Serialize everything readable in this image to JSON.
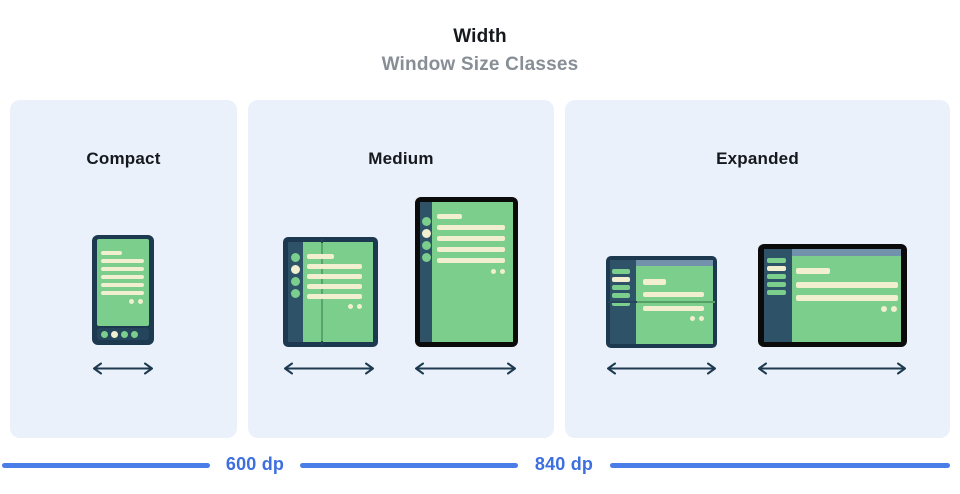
{
  "header": {
    "title": "Width",
    "subtitle": "Window Size Classes"
  },
  "panels": [
    {
      "label": "Compact",
      "illustrations": [
        "phone-portrait"
      ]
    },
    {
      "label": "Medium",
      "illustrations": [
        "open-foldable",
        "tablet-portrait"
      ]
    },
    {
      "label": "Expanded",
      "illustrations": [
        "landscape-foldable",
        "landscape-tablet"
      ]
    }
  ],
  "ruler": {
    "breakpoints": [
      "600 dp",
      "840 dp"
    ]
  },
  "icons": {
    "width_arrow": "horizontal-double-arrow"
  },
  "colors": {
    "panel_bg": "#EAF1FA",
    "screen_green": "#7BCE8C",
    "content_cream": "#F1EFD0",
    "frame_navy": "#1D3950",
    "rail_navy": "#2E5368",
    "nav_bar_navy": "#24455C",
    "app_bar_blue_gray": "#7292AB",
    "device_frame_black": "#0B0B0B",
    "fold_line_green": "#58A46C",
    "ruler_blue": "#4A7DE8",
    "ruler_label_blue": "#3D6FE0",
    "subtitle_gray": "#878E96",
    "arrow_navy": "#1E3A50"
  }
}
